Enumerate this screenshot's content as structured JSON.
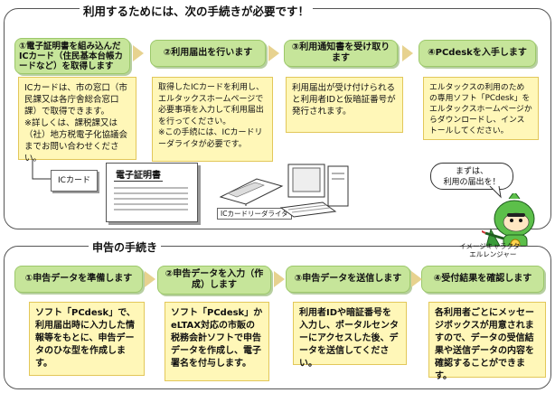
{
  "top_section": {
    "title": "利用するためには、次の手続きが必要です！",
    "steps": [
      {
        "head": "①電子証明書を組み込んだICカード（住民基本台帳カードなど）を取得します",
        "desc": "ICカードは、市の窓口（市民課又は各庁舎総合窓口課）で取得できます。\n※詳しくは、課税課又は（社）地方税電子化協議会までお問い合わせください。"
      },
      {
        "head": "②利用届出を行います",
        "desc": "取得したICカードを利用し、エルタックスホームページで必要事項を入力して利用届出を行ってください。\n※この手続には、ICカードリーダライタが必要です。"
      },
      {
        "head": "③利用通知書を受け取ります",
        "desc": "利用届出が受け付けられると利用者IDと仮暗証番号が発行されます。"
      },
      {
        "head": "④PCdeskを入手します",
        "desc": "エルタックスの利用のための専用ソフト「PCdesk」をエルタックスホームページからダウンロードし、インストールしてください。"
      }
    ],
    "ic_card_label": "ICカード",
    "cert_title": "電子証明書",
    "reader_label": "ICカードリーダライタ"
  },
  "character": {
    "speech": "まずは、\n利用の届出を！",
    "caption": "イメージキャラクター\nエルレンジャー"
  },
  "bottom_section": {
    "title": "申告の手続き",
    "steps": [
      {
        "head": "①申告データを準備します",
        "desc": "ソフト「PCdesk」で、利用届出時に入力した情報等をもとに、申告データのひな型を作成します。"
      },
      {
        "head": "②申告データを入力（作成）します",
        "desc": "ソフト「PCdesk」かeLTAX対応の市販の税務会計ソフトで申告データを作成し、電子署名を付与します。"
      },
      {
        "head": "③申告データを送信します",
        "desc": "利用者IDや暗証番号を入力し、ポータルセンターにアクセスした後、データを送信してください。"
      },
      {
        "head": "④受付結果を確認します",
        "desc": "各利用者ごとにメッセージボックスが用意されますので、データの受信結果や送信データの内容を確認することができます。"
      }
    ]
  },
  "colors": {
    "step_head": "#c6e59a",
    "desc_bg": "#fff7b8",
    "arrow": "#e7d28f"
  }
}
